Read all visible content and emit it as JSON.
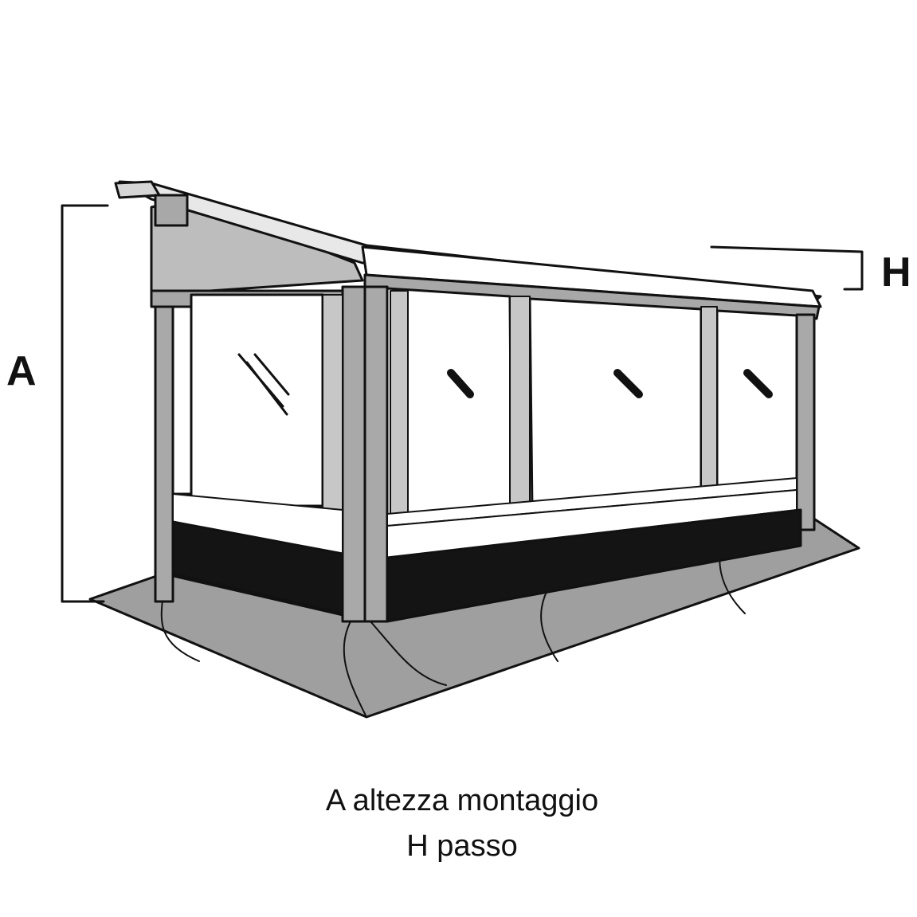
{
  "dimension_labels": {
    "a": "A",
    "h": "H"
  },
  "legend": {
    "line_a": "A altezza montaggio",
    "line_h": "H passo"
  },
  "colors": {
    "line": "#111111",
    "fabric_grey": "#b9b9b9",
    "frame_grey": "#a9a9a9",
    "skirt_black": "#141414",
    "window_white": "#ffffff"
  }
}
